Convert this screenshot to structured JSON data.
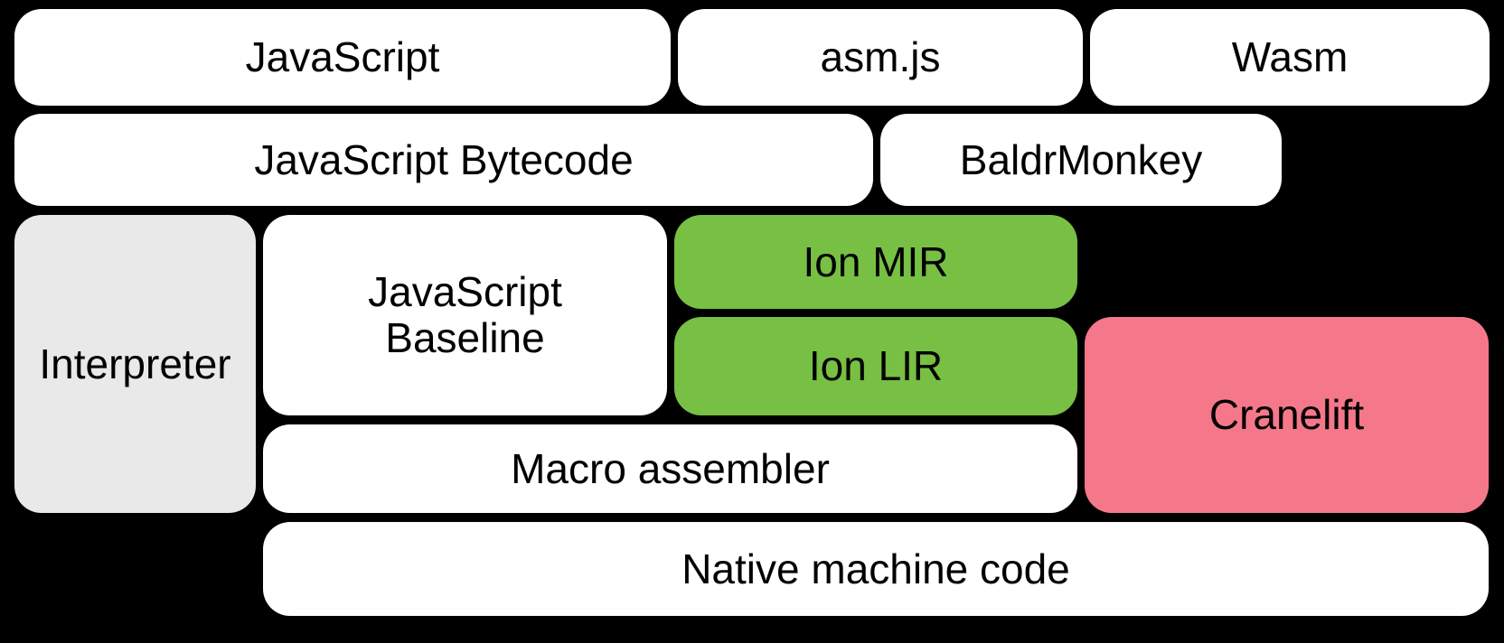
{
  "colors": {
    "background": "#000000",
    "box_default": "#ffffff",
    "interpreter_gray": "#e9e9e9",
    "ion_green": "#77c043",
    "cranelift_pink": "#f5788a",
    "text": "#000000"
  },
  "boxes": {
    "javascript": {
      "label": "JavaScript"
    },
    "asmjs": {
      "label": "asm.js"
    },
    "wasm": {
      "label": "Wasm"
    },
    "bytecode": {
      "label": "JavaScript Bytecode"
    },
    "baldrmonkey": {
      "label": "BaldrMonkey"
    },
    "interpreter": {
      "label": "Interpreter"
    },
    "baseline": {
      "label": "JavaScript\nBaseline"
    },
    "ion_mir": {
      "label": "Ion MIR"
    },
    "ion_lir": {
      "label": "Ion LIR"
    },
    "cranelift": {
      "label": "Cranelift"
    },
    "macro_assembler": {
      "label": "Macro assembler"
    },
    "native": {
      "label": "Native machine code"
    }
  }
}
